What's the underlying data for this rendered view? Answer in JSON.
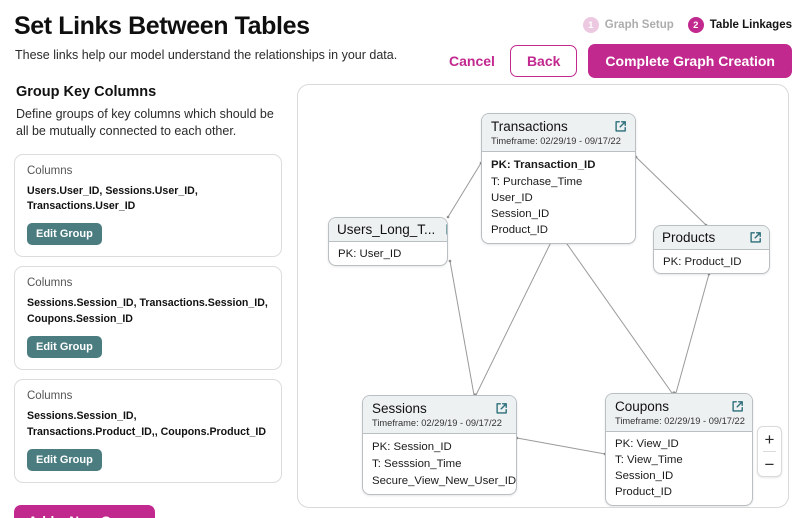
{
  "header": {
    "title": "Set Links Between Tables",
    "subtitle": "These links help our model understand the relationships in your data."
  },
  "steps": [
    {
      "number": "1",
      "label": "Graph Setup",
      "state": "inactive"
    },
    {
      "number": "2",
      "label": "Table Linkages",
      "state": "active"
    }
  ],
  "actions": {
    "cancel_label": "Cancel",
    "back_label": "Back",
    "complete_label": "Complete Graph Creation"
  },
  "sidebar": {
    "title": "Group Key Columns",
    "description": "Define groups of key columns which should be all be mutually connected to each other.",
    "columns_label": "Columns",
    "edit_label": "Edit Group",
    "add_group_label": "Add a New Group",
    "groups": [
      {
        "label": "Columns",
        "columns": "Users.User_ID, Sessions.User_ID, Transactions.User_ID",
        "edit_label": "Edit Group"
      },
      {
        "label": "Columns",
        "columns": "Sessions.Session_ID, Transactions.Session_ID, Coupons.Session_ID",
        "edit_label": "Edit Group"
      },
      {
        "label": "Columns",
        "columns": "Sessions.Session_ID, Transactions.Product_ID,, Coupons.Product_ID",
        "edit_label": "Edit Group"
      }
    ]
  },
  "canvas": {
    "zoom_in_label": "+",
    "zoom_out_label": "−",
    "nodes": [
      {
        "id": "transactions",
        "name": "Transactions",
        "timeframe": "Timeframe: 02/29/19 - 09/17/22",
        "rows": [
          "PK: Transaction_ID",
          "T: Purchase_Time",
          "User_ID",
          "Session_ID",
          "Product_ID"
        ]
      },
      {
        "id": "users_long_t",
        "name": "Users_Long_T...",
        "timeframe": "",
        "rows": [
          "PK: User_ID"
        ]
      },
      {
        "id": "products",
        "name": "Products",
        "timeframe": "",
        "rows": [
          "PK: Product_ID"
        ]
      },
      {
        "id": "sessions",
        "name": "Sessions",
        "timeframe": "Timeframe: 02/29/19 - 09/17/22",
        "rows": [
          "PK: Session_ID",
          "T: Sesssion_Time",
          "Secure_View_New_User_ID"
        ]
      },
      {
        "id": "coupons",
        "name": "Coupons",
        "timeframe": "Timeframe: 02/29/19 - 09/17/22",
        "rows": [
          "PK: View_ID",
          "T: View_Time",
          "Session_ID",
          "Product_ID"
        ]
      }
    ],
    "edges": [
      {
        "from": "users_long_t",
        "to": "transactions"
      },
      {
        "from": "transactions",
        "to": "products"
      },
      {
        "from": "users_long_t",
        "to": "sessions"
      },
      {
        "from": "transactions",
        "to": "sessions"
      },
      {
        "from": "transactions",
        "to": "coupons"
      },
      {
        "from": "products",
        "to": "coupons"
      },
      {
        "from": "sessions",
        "to": "coupons"
      }
    ]
  },
  "colors": {
    "brand_magenta": "#c2298f",
    "step_inactive": "#edc9e1",
    "edit_button_teal": "#4a7c80",
    "node_header": "#eef1f2",
    "node_border": "#b9bfc2",
    "link_icon_teal": "#2c6e7a",
    "edge_line": "#9a9a9a"
  }
}
